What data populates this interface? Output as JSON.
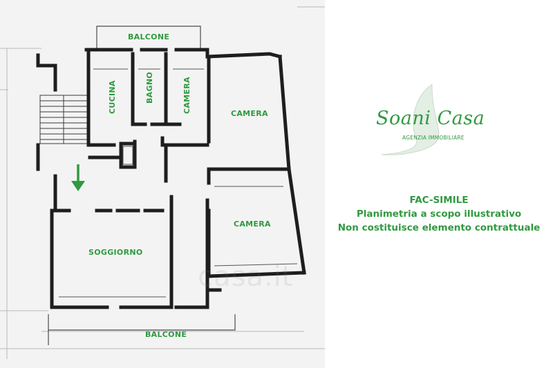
{
  "floorplan": {
    "rooms": {
      "balcone_top": "BALCONE",
      "cucina": "CUCINA",
      "bagno": "BAGNO",
      "camera_small": "CAMERA",
      "camera_top_right": "CAMERA",
      "camera_right": "CAMERA",
      "soggiorno": "SOGGIORNO",
      "balcone_bottom": "BALCONE"
    },
    "entrance_icon": "arrow-down-icon"
  },
  "logo": {
    "name": "Soani Casa",
    "subtitle": "AGENZIA IMMOBILIARE"
  },
  "disclaimer": {
    "line1": "FAC-SIMILE",
    "line2": "Planimetria a scopo illustrativo",
    "line3": "Non costituisce elemento contrattuale"
  },
  "watermark": {
    "text": "casa.it"
  },
  "colors": {
    "accent": "#2f9a3f",
    "wall": "#1e1e1e",
    "paper": "#f3f3f3"
  }
}
